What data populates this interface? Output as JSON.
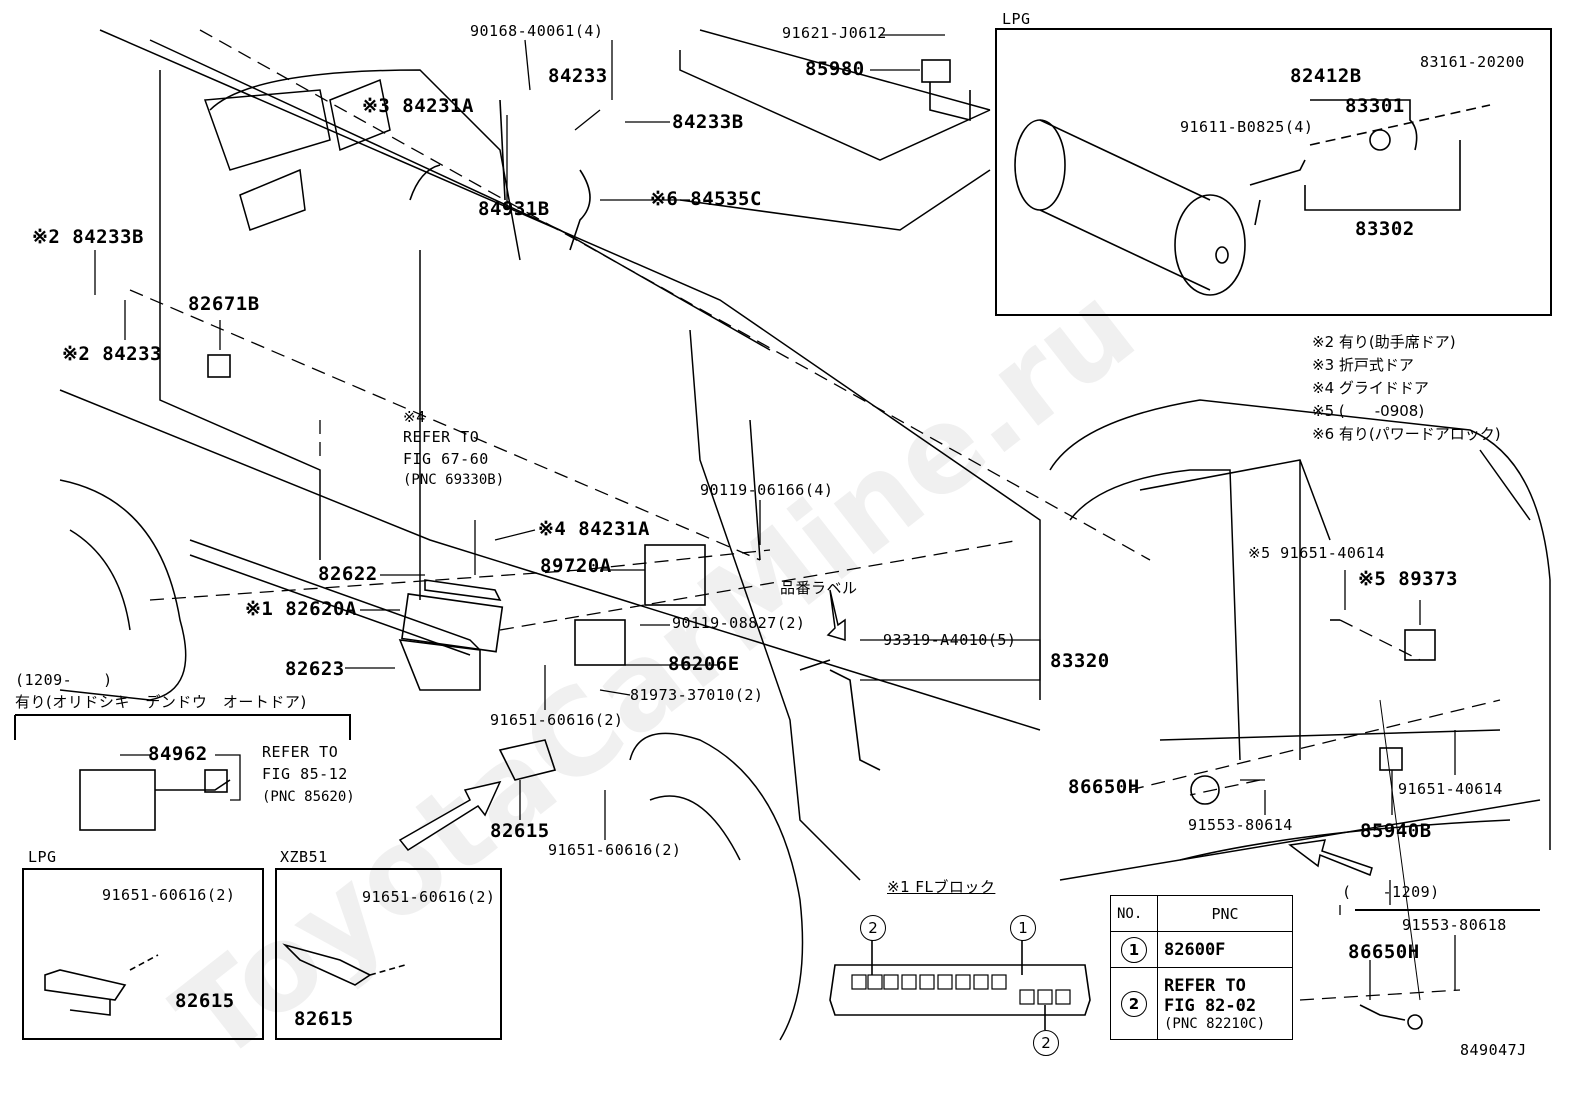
{
  "diagram": {
    "code": "849047J",
    "watermark": "ToyotaCarMine.ru",
    "parts": {
      "p90168": "90168-40061(4)",
      "p91621": "91621-J0612",
      "p85980": "85980",
      "p84233_top": "84233",
      "p84233B_top": "84233B",
      "p84231A_top": "※3 84231A",
      "p84931B": "84931B",
      "p84535C": "※6 84535C",
      "p84233B_left": "※2 84233B",
      "p84233_left": "※2 84233",
      "p82671B": "82671B",
      "refer_fig67": [
        "※4",
        "REFER TO",
        "FIG 67-60",
        "(PNC 69330B)"
      ],
      "p84231A_mid": "※4 84231A",
      "p90119_06166": "90119-06166(4)",
      "p89720A": "89720A",
      "p82622": "82622",
      "p82620A": "※1 82620A",
      "p90119_08827": "90119-08827(2)",
      "p82623": "82623",
      "p86206E": "86206E",
      "p81973": "81973-37010(2)",
      "p91651_60616_a": "91651-60616(2)",
      "hinban_label": "品番ラベル",
      "p93319": "93319-A4010(5)",
      "p83320": "83320",
      "p82615_main": "82615",
      "p91651_60616_b": "91651-60616(2)",
      "p91651_40614_a": "※5 91651-40614",
      "p89373": "※5 89373",
      "p86650H_main": "86650H",
      "p91553_80614": "91553-80614",
      "p91651_40614_b": "91651-40614",
      "p85940B": "85940B"
    },
    "notes": [
      "※2 有り(助手席ドア)",
      "※3 折戸式ドア",
      "※4 グライドドア",
      "※5 (　　-0908)",
      "※6 有り(パワードアロック)"
    ],
    "lpg_box": {
      "title": "LPG",
      "p82412B": "82412B",
      "p83161": "83161-20200",
      "p83301": "83301",
      "p91611": "91611-B0825(4)",
      "p83302": "83302"
    },
    "auto_door": {
      "period": "(1209-　　)",
      "title": "有り(オリドシキ　デンドウ　オートドア)",
      "p84962": "84962",
      "refer": [
        "REFER TO",
        "FIG 85-12",
        "(PNC 85620)"
      ]
    },
    "lpg_small": {
      "title": "LPG",
      "bolt": "91651-60616(2)",
      "part": "82615"
    },
    "xzb51": {
      "title": "XZB51",
      "bolt": "91651-60616(2)",
      "part": "82615"
    },
    "fl_block": {
      "title": "※1 FLブロック",
      "c1": "1",
      "c2a": "2",
      "c2b": "2"
    },
    "pnc_table": {
      "h_no": "NO.",
      "h_pnc": "PNC",
      "r1_no": "1",
      "r1_pnc": "82600F",
      "r2_no": "2",
      "r2_pnc": [
        "REFER TO",
        "FIG 82-02",
        "(PNC 82210C)"
      ]
    },
    "bottom_right": {
      "period": "(　　-1209)",
      "bolt": "91553-80618",
      "part": "86650H"
    }
  }
}
